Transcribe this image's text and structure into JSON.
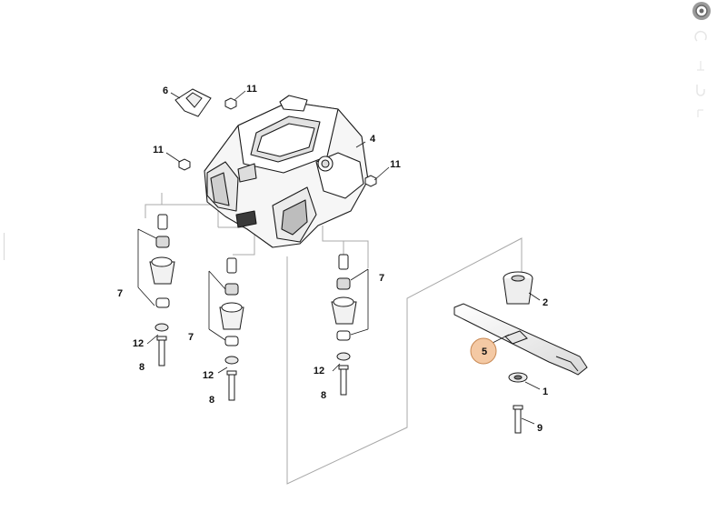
{
  "diagram": {
    "callouts": [
      {
        "id": "c6",
        "label": "6",
        "highlighted": false
      },
      {
        "id": "c11a",
        "label": "11",
        "highlighted": false
      },
      {
        "id": "c11b",
        "label": "11",
        "highlighted": false
      },
      {
        "id": "c4",
        "label": "4",
        "highlighted": false
      },
      {
        "id": "c11c",
        "label": "11",
        "highlighted": false
      },
      {
        "id": "c7a",
        "label": "7",
        "highlighted": false
      },
      {
        "id": "c12a",
        "label": "12",
        "highlighted": false
      },
      {
        "id": "c8a",
        "label": "8",
        "highlighted": false
      },
      {
        "id": "c7b",
        "label": "7",
        "highlighted": false
      },
      {
        "id": "c12b",
        "label": "12",
        "highlighted": false
      },
      {
        "id": "c8b",
        "label": "8",
        "highlighted": false
      },
      {
        "id": "c7c",
        "label": "7",
        "highlighted": false
      },
      {
        "id": "c12c",
        "label": "12",
        "highlighted": false
      },
      {
        "id": "c8c",
        "label": "8",
        "highlighted": false
      },
      {
        "id": "c2",
        "label": "2",
        "highlighted": false
      },
      {
        "id": "c5",
        "label": "5",
        "highlighted": true
      },
      {
        "id": "c1",
        "label": "1",
        "highlighted": false
      },
      {
        "id": "c9",
        "label": "9",
        "highlighted": false
      }
    ],
    "highlight_fill": "#f4c9a4",
    "highlight_stroke": "#c98a55",
    "line_color": "#a0a0a0"
  },
  "toolbar": {
    "tools": [
      {
        "icon": "settings-gear-icon"
      },
      {
        "icon": "zoom-in-icon"
      },
      {
        "icon": "zoom-out-icon"
      },
      {
        "icon": "rotate-icon"
      },
      {
        "icon": "reset-icon"
      }
    ]
  }
}
